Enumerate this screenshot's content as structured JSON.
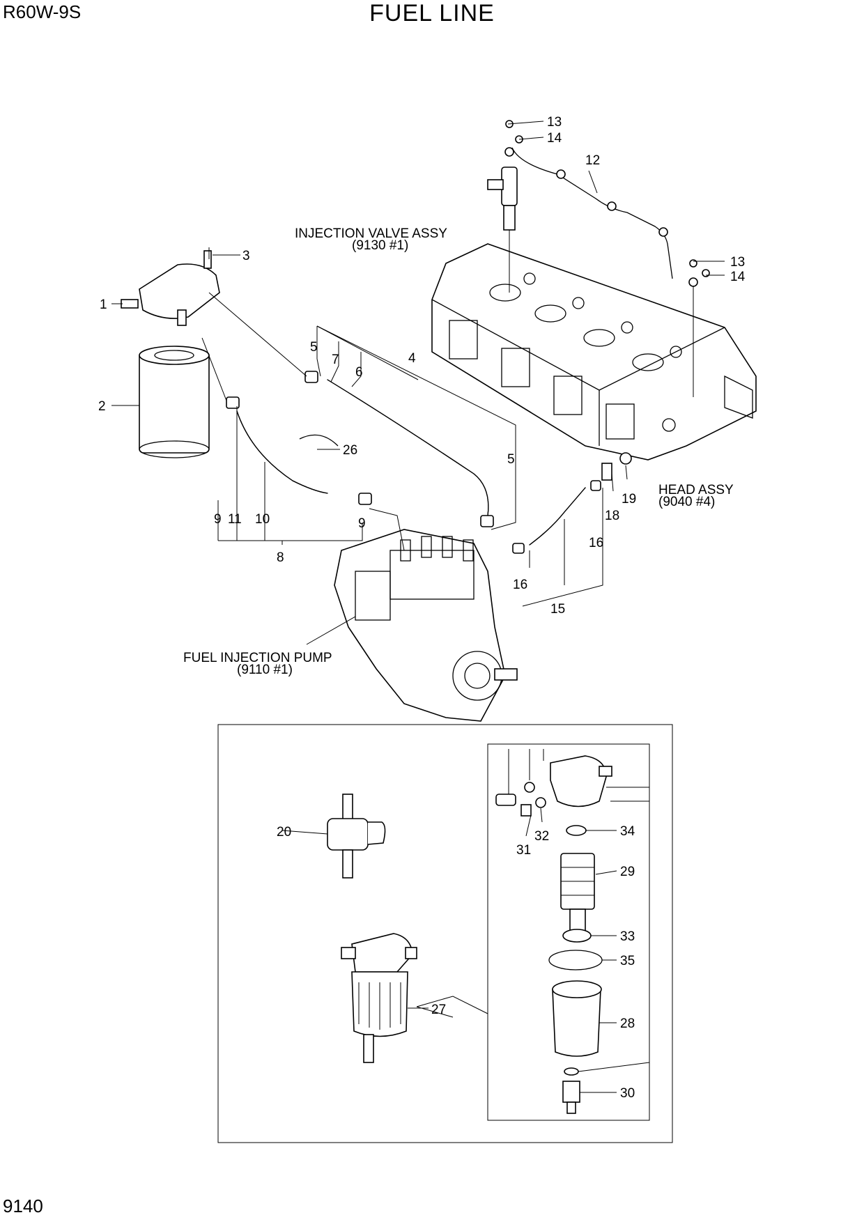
{
  "header": {
    "model": "R60W-9S",
    "title": "FUEL LINE",
    "page_number": "9140"
  },
  "captions": {
    "injection_valve": [
      "INJECTION VALVE ASSY",
      "(9130 #1)"
    ],
    "head_assy": [
      "HEAD ASSY",
      "(9040 #4)"
    ],
    "fuel_injection_pump": [
      "FUEL INJECTION PUMP",
      "(9110 #1)"
    ]
  },
  "part_labels": [
    "1",
    "2",
    "3",
    "4",
    "5",
    "5",
    "6",
    "7",
    "8",
    "9",
    "9",
    "10",
    "11",
    "12",
    "13",
    "13",
    "14",
    "14",
    "15",
    "16",
    "16",
    "18",
    "19",
    "20",
    "26",
    "27",
    "28",
    "29",
    "30",
    "31",
    "32",
    "33",
    "34",
    "35"
  ]
}
